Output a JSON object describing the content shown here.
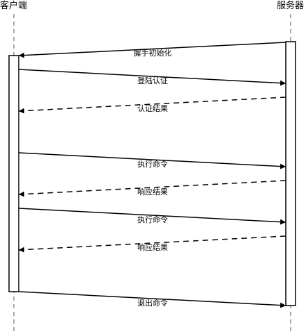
{
  "participants": {
    "client": "客户端",
    "server": "服务器"
  },
  "messages": [
    {
      "from": "server",
      "to": "client",
      "label": "握手初始化",
      "style": "solid"
    },
    {
      "from": "client",
      "to": "server",
      "label": "登陆认证",
      "style": "solid"
    },
    {
      "from": "server",
      "to": "client",
      "label": "认证结果",
      "style": "dashed"
    },
    {
      "from": "client",
      "to": "server",
      "label": "执行命令",
      "style": "solid"
    },
    {
      "from": "server",
      "to": "client",
      "label": "响应结果",
      "style": "dashed"
    },
    {
      "from": "client",
      "to": "server",
      "label": "执行命令",
      "style": "solid"
    },
    {
      "from": "server",
      "to": "client",
      "label": "响应结果",
      "style": "dashed"
    },
    {
      "from": "client",
      "to": "server",
      "label": "退出命令",
      "style": "solid"
    }
  ]
}
